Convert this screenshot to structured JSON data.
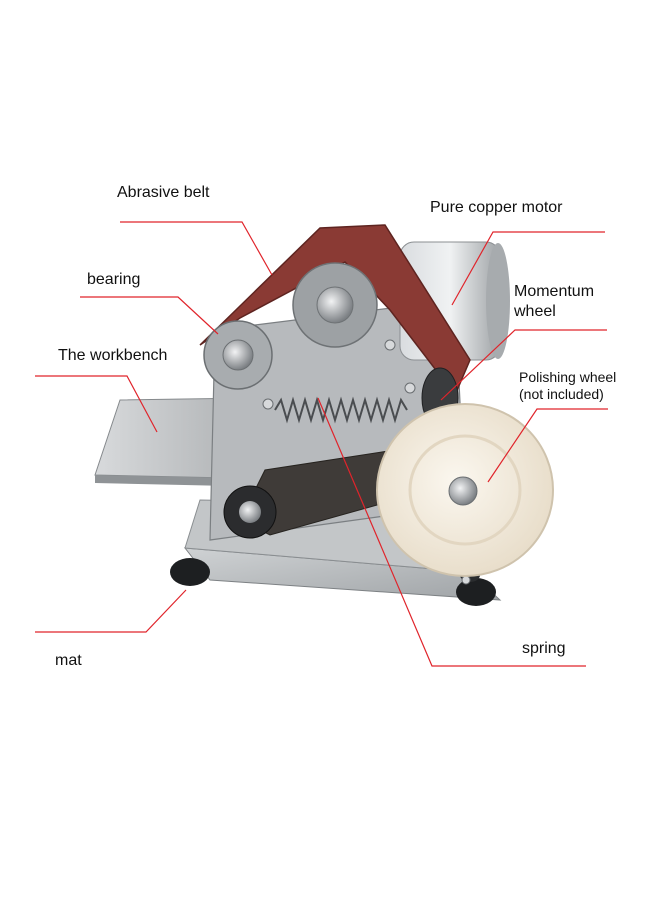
{
  "labels": {
    "abrasive_belt": "Abrasive belt",
    "pure_copper_motor": "Pure copper motor",
    "bearing": "bearing",
    "momentum_wheel_line1": "Momentum",
    "momentum_wheel_line2": "wheel",
    "workbench": "The workbench",
    "polishing_wheel_line1": "Polishing wheel",
    "polishing_wheel_line2": "(not included)",
    "spring": "spring",
    "mat": "mat"
  },
  "colors": {
    "leader_line": "#e0242b",
    "text": "#111111",
    "belt": "#8a3a34",
    "steel": "#b9bcbf",
    "wool": "#f4eee2",
    "background": "#ffffff"
  }
}
